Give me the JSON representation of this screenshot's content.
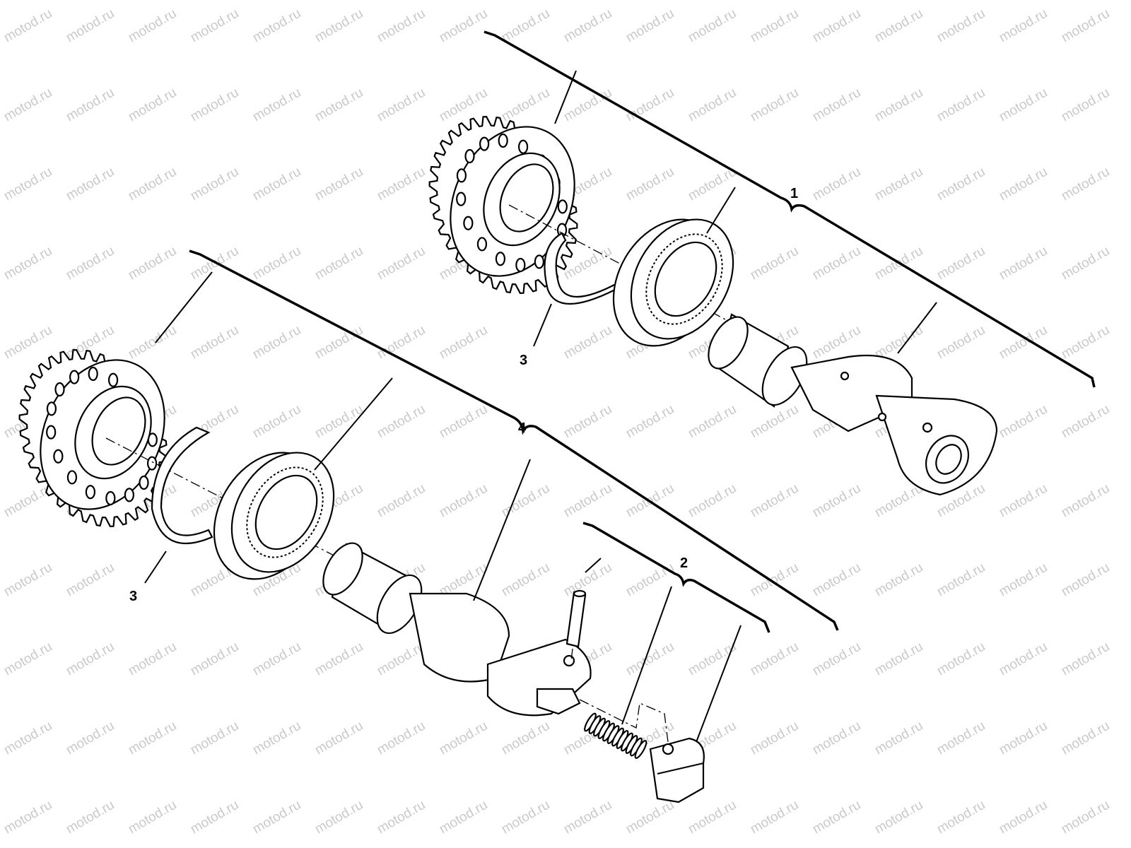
{
  "watermark": "motod.ru",
  "callouts": {
    "assembly_top": "1",
    "tensioner_group": "2",
    "ring_top": "3",
    "ring_bottom": "3",
    "assembly_bottom": "4"
  },
  "colors": {
    "line": "#000000",
    "watermark": "#c9c9c9",
    "background": "#ffffff"
  }
}
